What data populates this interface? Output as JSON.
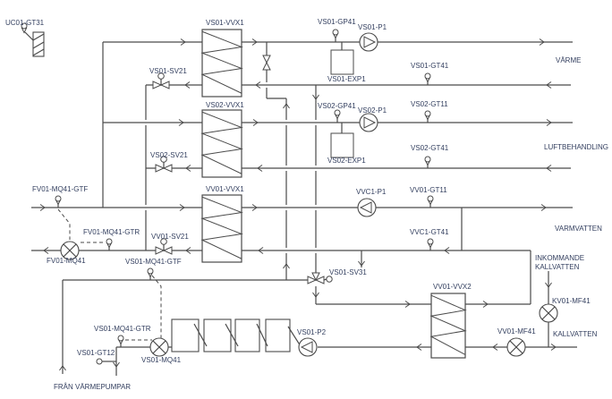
{
  "diagram": {
    "type": "hvac-piping-schematic",
    "colors": {
      "background": "#ffffff",
      "line": "#4a4a4a",
      "label": "#333f5f"
    }
  },
  "labels": {
    "uc01_gt31": "UC01-GT31",
    "vs01_vvx1": "VS01-VVX1",
    "vs01_sv21": "VS01-SV21",
    "vs01_gp41": "VS01-GP41",
    "vs01_p1": "VS01-P1",
    "vs01_exp1": "VS01-EXP1",
    "vs01_gt41": "VS01-GT41",
    "varme": "VÄRME",
    "vs02_vvx1": "VS02-VVX1",
    "vs02_sv21": "VS02-SV21",
    "vs02_gp41": "VS02-GP41",
    "vs02_p1": "VS02-P1",
    "vs02_exp1": "VS02-EXP1",
    "vs02_gt11": "VS02-GT11",
    "luftbehandling": "LUFTBEHANDLING",
    "vs02_gt41": "VS02-GT41",
    "vv01_vvx1": "VV01-VVX1",
    "fv01_mq41_gtf": "FV01-MQ41-GTF",
    "fv01_mq41_gtr": "FV01-MQ41-GTR",
    "fv01_mq41": "FV01-MQ41",
    "vv01_sv21": "VV01-SV21",
    "vs01_mq41_gtf": "VS01-MQ41-GTF",
    "vvc1_p1": "VVC1-P1",
    "vv01_gt11": "VV01-GT11",
    "varmvatten": "VARMVATTEN",
    "vvc1_gt41": "VVC1-GT41",
    "inkommande_kallvatten": "INKOMMANDE\nKALLVATTEN",
    "vs01_sv31": "VS01-SV31",
    "vv01_vvx2": "VV01-VVX2",
    "kv01_mf41": "KV01-MF41",
    "vv01_mf41": "VV01-MF41",
    "kallvatten": "KALLVATTEN",
    "vs01_mq41_gtr": "VS01-MQ41-GTR",
    "vs01_gt12": "VS01-GT12",
    "vs01_mq41": "VS01-MQ41",
    "vs01_p2": "VS01-P2",
    "fran_varmepumpar": "FRÅN VÄRMEPUMPAR"
  }
}
